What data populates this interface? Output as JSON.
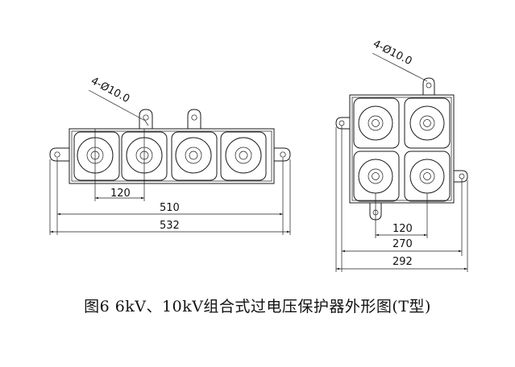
{
  "left_drawing": {
    "hole_callout": "4-Ø10.0",
    "dim_pitch": "120",
    "dim_inner": "510",
    "dim_overall": "532"
  },
  "right_drawing": {
    "hole_callout": "4-Ø10.0",
    "dim_pitch": "120",
    "dim_inner": "270",
    "dim_overall": "292"
  },
  "caption": "图6   6kV、10kV组合式过电压保护器外形图(T型)"
}
